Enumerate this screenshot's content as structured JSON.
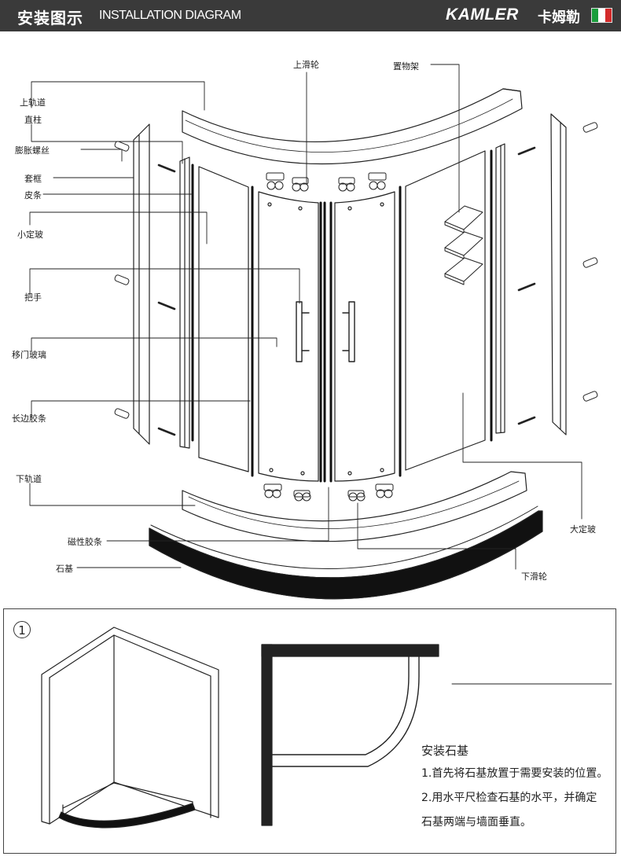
{
  "header": {
    "title_cn": "安装图示",
    "title_en": "INSTALLATION DIAGRAM",
    "brand": "KAMLER",
    "brand_cn": "卡姆勒",
    "flag_colors": [
      "#1a9d3c",
      "#ffffff",
      "#d42a2a"
    ]
  },
  "labels": {
    "top_roller": "上滑轮",
    "shelf": "置物架",
    "top_rail": "上轨道",
    "post": "直柱",
    "expansion_screw": "膨胀螺丝",
    "frame_sleeve": "套框",
    "seal_strip": "皮条",
    "small_fixed_glass": "小定玻",
    "handle": "把手",
    "sliding_glass": "移门玻璃",
    "long_seal": "长边胶条",
    "bottom_rail": "下轨道",
    "large_fixed_glass": "大定玻",
    "magnetic_strip": "磁性胶条",
    "stone_base": "石基",
    "bottom_roller": "下滑轮"
  },
  "step": {
    "number": "1",
    "title": "安装石基",
    "line1": "1.首先将石基放置于需要安装的位置。",
    "line2": "2.用水平尺检查石基的水平，并确定",
    "line3": "石基两端与墙面垂直。"
  }
}
